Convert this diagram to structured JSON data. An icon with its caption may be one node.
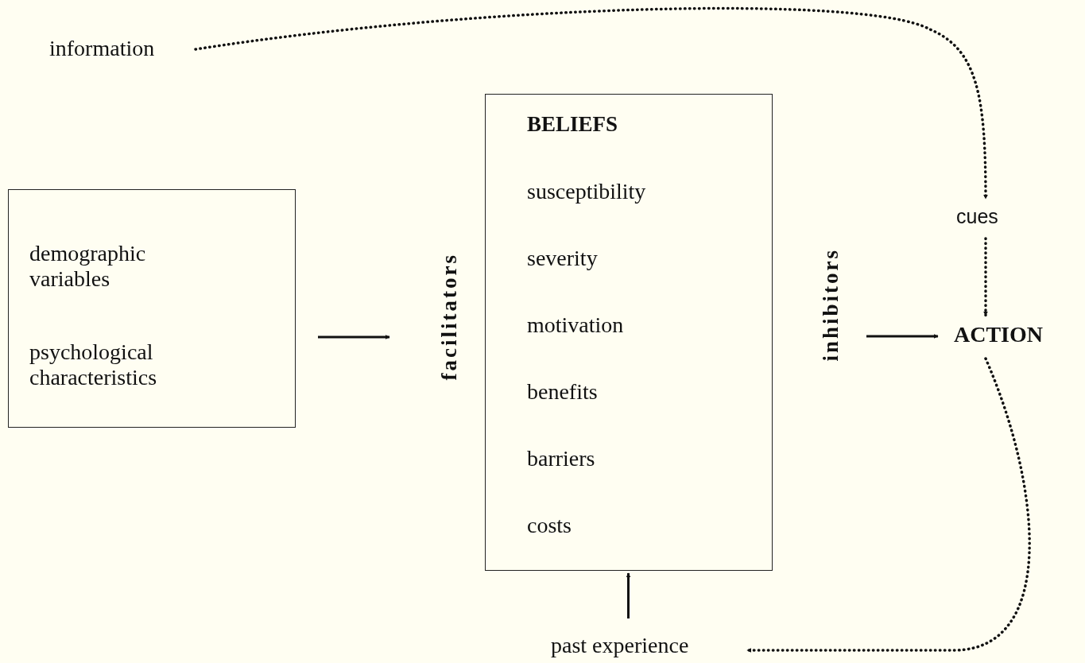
{
  "diagram": {
    "nodes": [
      {
        "text": [
          "information"
        ]
      },
      {
        "text": [
          "demographic variables",
          "psychological characteristics"
        ]
      },
      {
        "text": [
          "facilitators"
        ]
      },
      {
        "text": [
          "BELIEFS",
          "susceptibility",
          "severity",
          "motivation",
          "benefits",
          "barriers",
          "costs"
        ]
      },
      {
        "text": [
          "inhibitors"
        ]
      },
      {
        "text": [
          "cues"
        ]
      },
      {
        "text": [
          "ACTION"
        ]
      },
      {
        "text": [
          "past experience"
        ]
      }
    ],
    "edges": [
      {
        "from": 0,
        "to": 5,
        "arrow": "to",
        "style": "dashed"
      },
      {
        "from": 5,
        "to": 6,
        "arrow": "to",
        "style": "dashed"
      },
      {
        "from": 6,
        "to": 7,
        "arrow": "to",
        "style": "dashed"
      },
      {
        "from": 7,
        "to": 3,
        "arrow": "to"
      },
      {
        "from": 1,
        "to": 2,
        "arrow": "to"
      },
      {
        "from": 4,
        "to": 6,
        "arrow": "to"
      }
    ]
  }
}
